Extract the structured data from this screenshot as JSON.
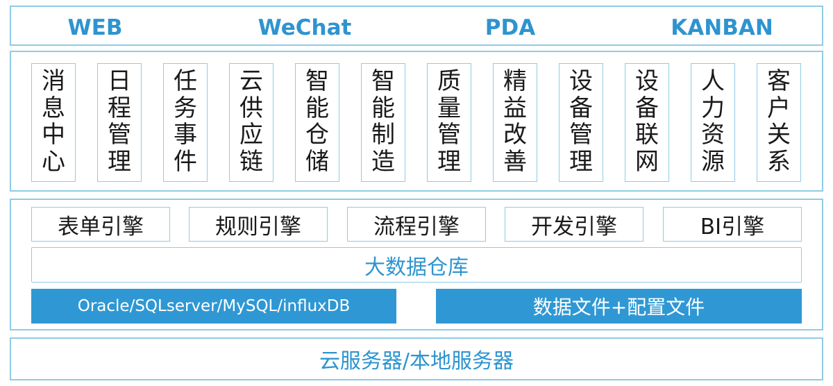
{
  "platforms": [
    "WEB",
    "WeChat",
    "PDA",
    "KANBAN"
  ],
  "modules": [
    "消息中心",
    "日程管理",
    "任务事件",
    "云供应链",
    "智能仓储",
    "智能制造",
    "质量管理",
    "精益改善",
    "设备管理",
    "设备联网",
    "人力资源",
    "客户关系"
  ],
  "engines": [
    "表单引擎",
    "规则引擎",
    "流程引擎",
    "开发引擎",
    "BI引擎"
  ],
  "data_warehouse": "大数据仓库",
  "databases": "Oracle/SQLserver/MySQL/influxDB",
  "files": "数据文件+配置文件",
  "servers": "云服务器/本地服务器",
  "colors": {
    "accent": "#2f98d4",
    "border": "#8fcbe6",
    "text_blue": "#2e94cf"
  }
}
